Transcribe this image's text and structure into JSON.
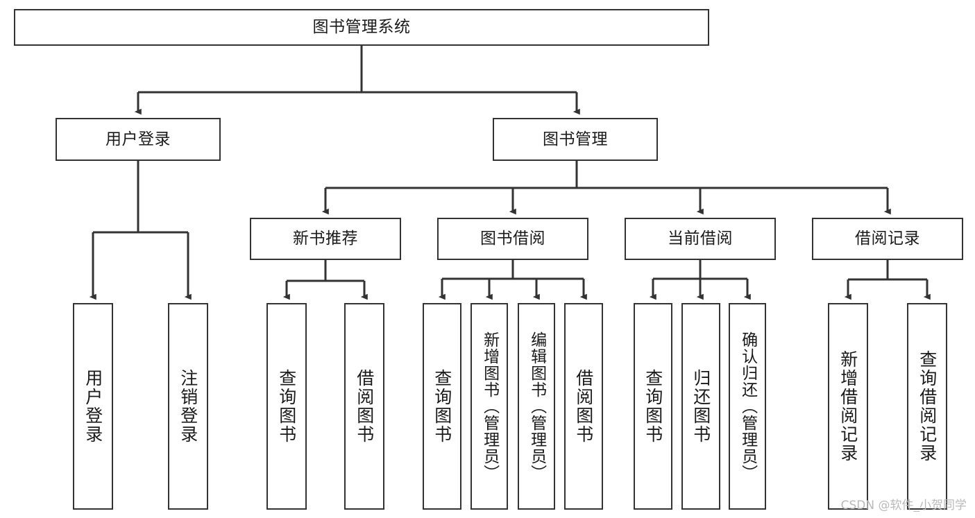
{
  "diagram": {
    "type": "hierarchy-tree",
    "title": "图书管理系统",
    "stroke_color": "#333333",
    "background_color": "#ffffff",
    "watermark": "CSDN @软件_小贺同学",
    "levels": {
      "root": {
        "label": "图书管理系统"
      },
      "level2": [
        {
          "label": "用户登录"
        },
        {
          "label": "图书管理"
        }
      ],
      "level3": [
        {
          "label": "新书推荐"
        },
        {
          "label": "图书借阅"
        },
        {
          "label": "当前借阅"
        },
        {
          "label": "借阅记录"
        }
      ]
    },
    "leaves": {
      "user_login": [
        {
          "label": "用户登录"
        },
        {
          "label": "注销登录"
        }
      ],
      "new_book_recommend": [
        {
          "label": "查询图书"
        },
        {
          "label": "借阅图书"
        }
      ],
      "book_borrow": [
        {
          "label": "查询图书"
        },
        {
          "label": "新增图书（管理员）"
        },
        {
          "label": "编辑图书（管理员）"
        },
        {
          "label": "借阅图书"
        }
      ],
      "current_borrow": [
        {
          "label": "查询图书"
        },
        {
          "label": "归还图书"
        },
        {
          "label": "确认归还（管理员）"
        }
      ],
      "borrow_record": [
        {
          "label": "新增借阅记录"
        },
        {
          "label": "查询借阅记录"
        }
      ]
    }
  }
}
